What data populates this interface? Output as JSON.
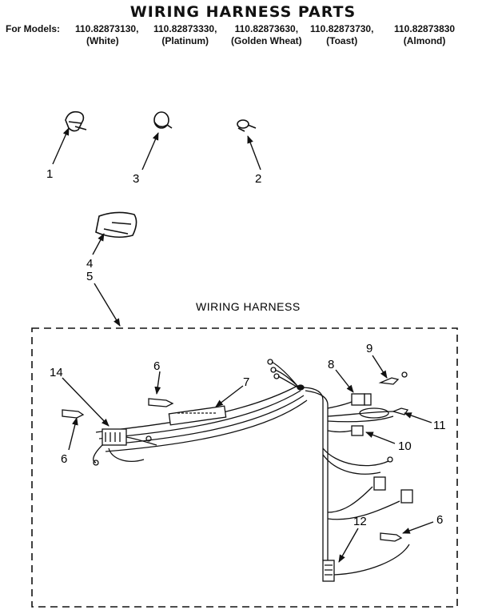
{
  "header": {
    "title": "WIRING HARNESS PARTS",
    "models_label": "For Models:",
    "models": [
      {
        "number": "110.82873130,",
        "color": "(White)"
      },
      {
        "number": "110.82873330,",
        "color": "(Platinum)"
      },
      {
        "number": "110.82873630,",
        "color": "(Golden Wheat)"
      },
      {
        "number": "110.82873730,",
        "color": "(Toast)"
      },
      {
        "number": "110.82873830",
        "color": "(Almond)"
      }
    ]
  },
  "diagram": {
    "section_label": "WIRING HARNESS",
    "callouts": {
      "c1": "1",
      "c2": "2",
      "c3": "3",
      "c4": "4",
      "c5": "5",
      "c6a": "6",
      "c6b": "6",
      "c6c": "6",
      "c7": "7",
      "c8": "8",
      "c9": "9",
      "c10": "10",
      "c11": "11",
      "c12": "12",
      "c14": "14"
    }
  }
}
